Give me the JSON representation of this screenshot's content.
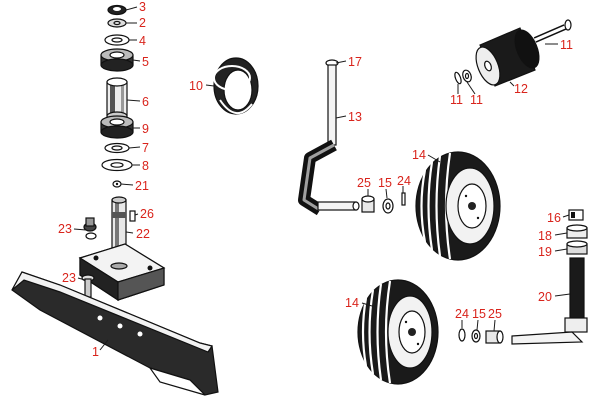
{
  "diagram": {
    "callouts": {
      "c1": "1",
      "c2": "2",
      "c3": "3",
      "c4": "4",
      "c5": "5",
      "c6": "6",
      "c7": "7",
      "c8": "8",
      "c9": "9",
      "c10": "10",
      "c11a": "11",
      "c11b": "11",
      "c11c": "11",
      "c12": "12",
      "c13": "13",
      "c14a": "14",
      "c14b": "14",
      "c15a": "15",
      "c15b": "15",
      "c16": "16",
      "c17": "17",
      "c18": "18",
      "c19": "19",
      "c20": "20",
      "c21": "21",
      "c22": "22",
      "c23a": "23",
      "c23b": "23",
      "c24a": "24",
      "c24b": "24",
      "c25a": "25",
      "c25b": "25",
      "c26": "26"
    },
    "colors": {
      "callout": "#d9241c",
      "ink": "#111111",
      "background": "#ffffff"
    }
  }
}
